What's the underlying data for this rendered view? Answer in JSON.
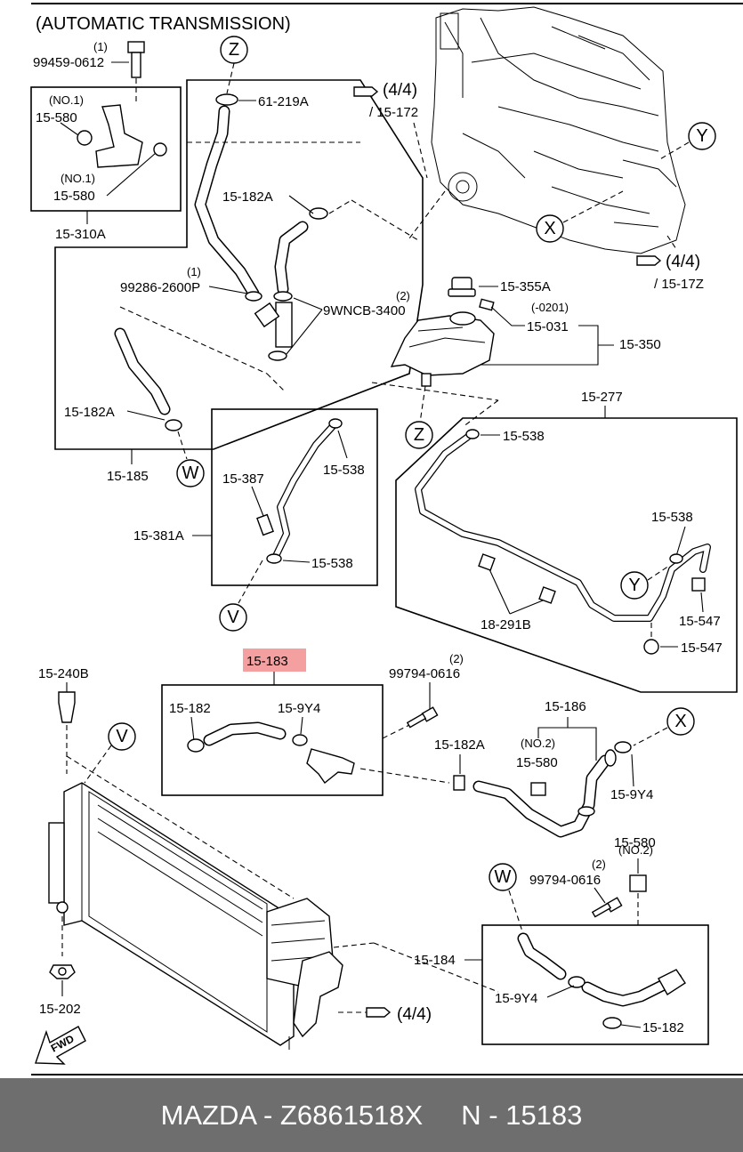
{
  "diagram": {
    "title": "(AUTOMATIC TRANSMISSION)",
    "highlight_color": "#f4a0a0",
    "labels": {
      "qty_1": "(1)",
      "qty_2": "(2)",
      "no1": "(NO.1)",
      "no2": "(NO.2)",
      "date_0201": "(-0201)",
      "p99459": "99459-0612",
      "p15580": "15-580",
      "p15310A": "15-310A",
      "p61219A": "61-219A",
      "ref_44": "(4/4)",
      "ref_15172": "/ 15-172",
      "ref_1517Z": "/ 15-17Z",
      "p15182A": "15-182A",
      "p99286": "99286-2600P",
      "p9WNCB": "9WNCB-3400",
      "p15355A": "15-355A",
      "p15031": "15-031",
      "p15350": "15-350",
      "p15185": "15-185",
      "p15387": "15-387",
      "p15538": "15-538",
      "p15381A": "15-381A",
      "p15277": "15-277",
      "p18291B": "18-291B",
      "p15547": "15-547",
      "p15183": "15-183",
      "p15240B": "15-240B",
      "p15182": "15-182",
      "p159Y4": "15-9Y4",
      "p99794": "99794-0616",
      "p15186": "15-186",
      "p15184": "15-184",
      "p15202": "15-202",
      "fwd": "FWD"
    },
    "markers": [
      "Z",
      "Y",
      "X",
      "W",
      "V"
    ]
  },
  "footer": {
    "text": "MAZDA - Z6861518X     N - 15183"
  }
}
